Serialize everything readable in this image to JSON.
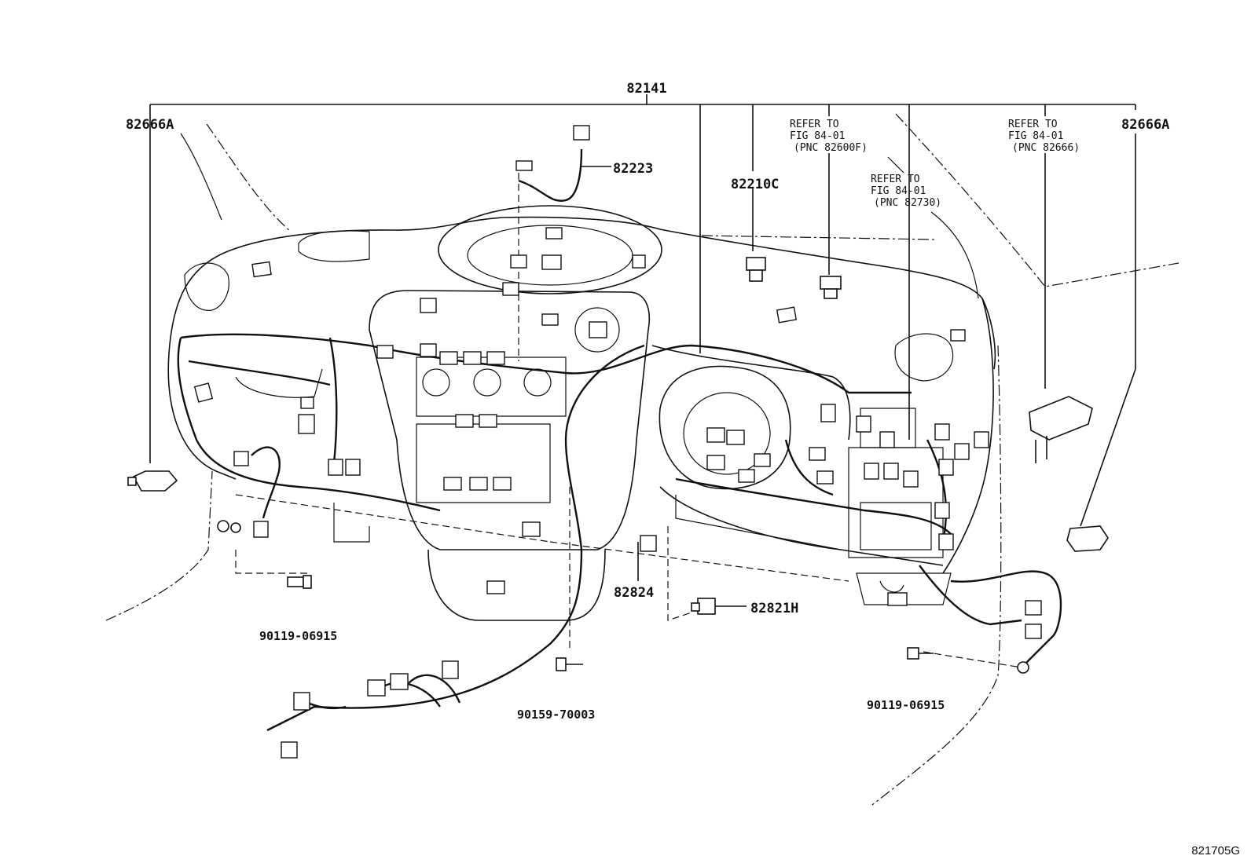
{
  "labels": {
    "harness_main": "82141",
    "harness_left": "82666A",
    "harness_right": "82666A",
    "sub_harness": "82223",
    "switch_top": "82210C",
    "connector_lower": "82824",
    "connector_center": "82821H",
    "bolt_left": "90119-06915",
    "screw_center": "90159-70003",
    "bolt_right": "90119-06915"
  },
  "references": {
    "ref1": {
      "line1": "REFER TO",
      "line2": "FIG 84-01",
      "line3": "(PNC 82600F)"
    },
    "ref2": {
      "line1": "REFER TO",
      "line2": "FIG 84-01",
      "line3": "(PNC 82730)"
    },
    "ref3": {
      "line1": "REFER TO",
      "line2": "FIG 84-01",
      "line3": "(PNC 82666)"
    }
  },
  "figure_id": "821705G"
}
